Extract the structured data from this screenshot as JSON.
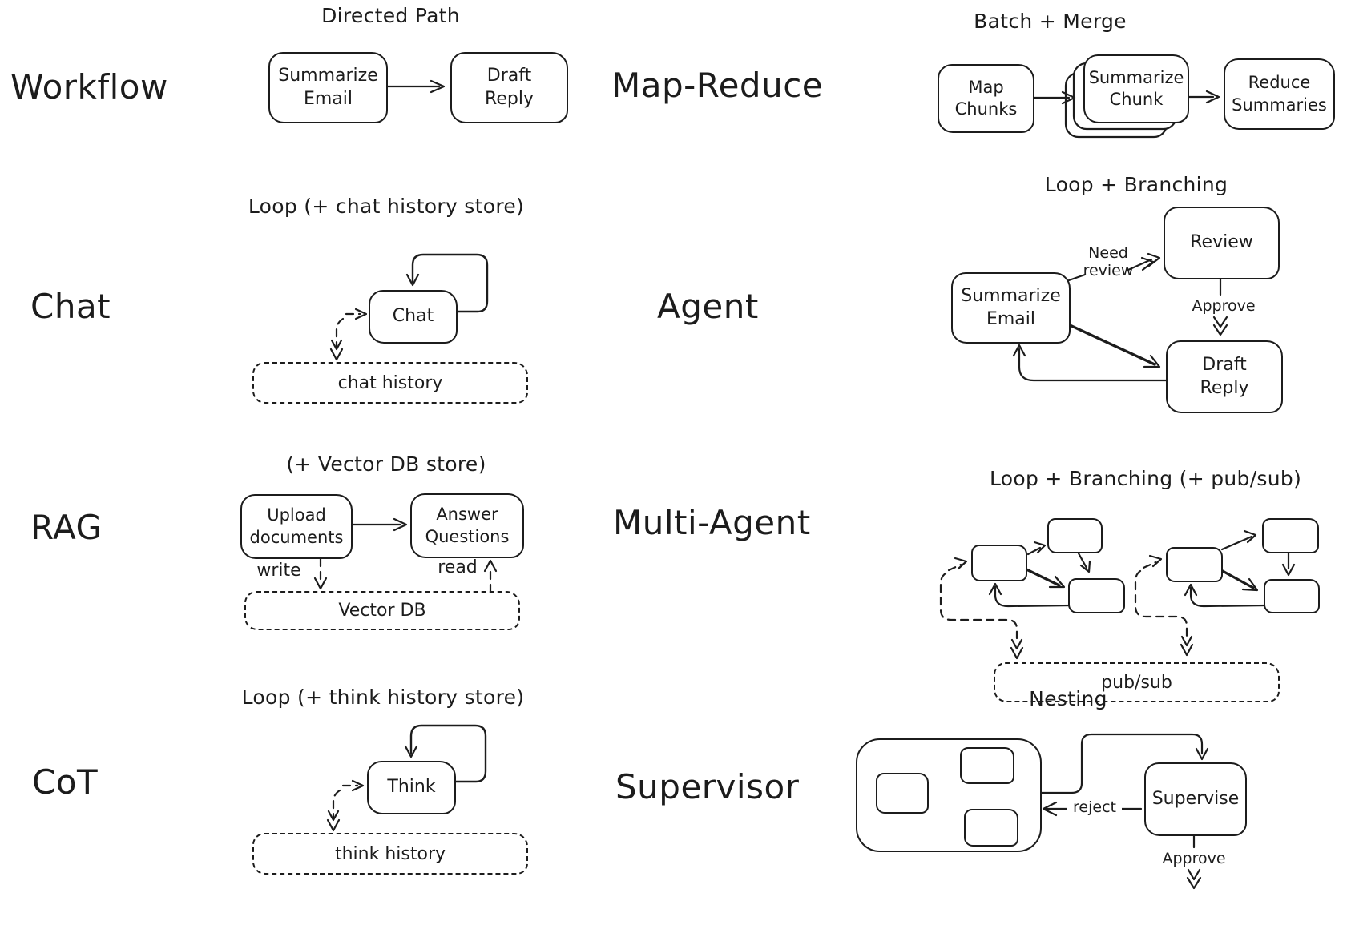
{
  "workflow": {
    "label": "Workflow",
    "title": "Directed Path",
    "summarize_email": "Summarize\nEmail",
    "draft_reply": "Draft\nReply"
  },
  "map_reduce": {
    "label": "Map-Reduce",
    "title": "Batch + Merge",
    "map_chunks": "Map\nChunks",
    "summarize_chunk": "Summarize\nChunk",
    "reduce_summaries": "Reduce\nSummaries"
  },
  "chat": {
    "label": "Chat",
    "title": "Loop (+ chat history store)",
    "chat": "Chat",
    "store": "chat history"
  },
  "agent": {
    "label": "Agent",
    "title": "Loop + Branching",
    "summarize_email": "Summarize\nEmail",
    "review": "Review",
    "draft_reply": "Draft\nReply",
    "need_review": "Need\nreview",
    "approve": "Approve"
  },
  "rag": {
    "label": "RAG",
    "title": "(+ Vector DB store)",
    "upload": "Upload\ndocuments",
    "answer": "Answer\nQuestions",
    "write": "write",
    "read": "read",
    "store": "Vector DB"
  },
  "multi_agent": {
    "label": "Multi-Agent",
    "title": "Loop + Branching (+ pub/sub)",
    "store": "pub/sub"
  },
  "cot": {
    "label": "CoT",
    "title": "Loop (+ think history store)",
    "think": "Think",
    "store": "think history"
  },
  "supervisor": {
    "label": "Supervisor",
    "title": "Nesting",
    "supervise": "Supervise",
    "reject": "reject",
    "approve": "Approve"
  },
  "colors": {
    "ink": "#1c1c1c",
    "background": "#ffffff"
  }
}
